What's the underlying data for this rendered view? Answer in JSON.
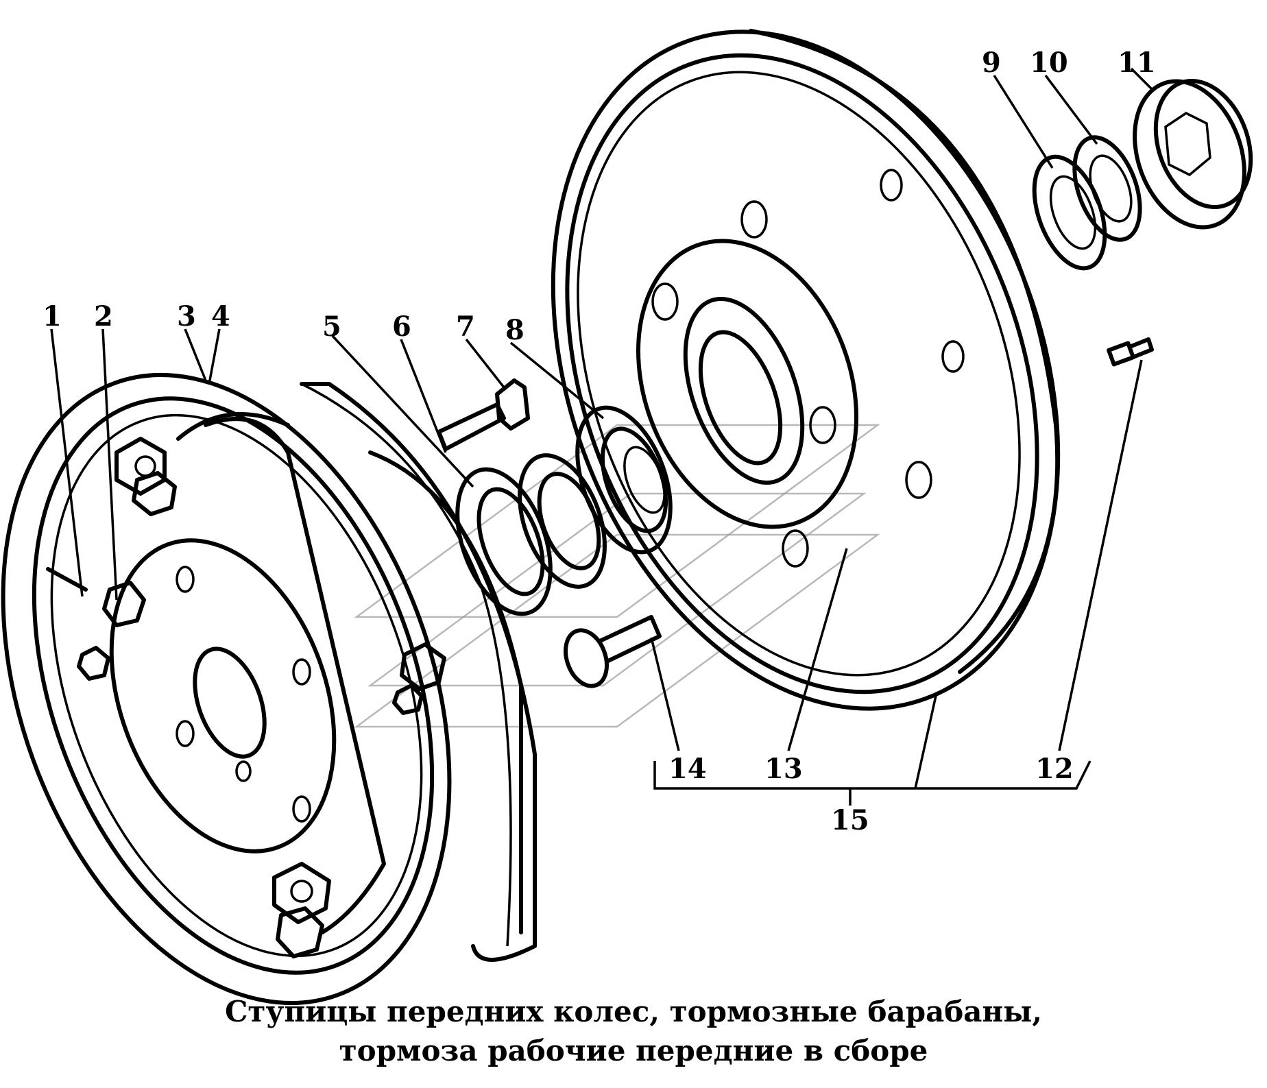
{
  "figure": {
    "caption_line1": "Ступицы передних колес, тормозные барабаны,",
    "caption_line2": "тормоза рабочие передние в сборе"
  },
  "callouts": [
    {
      "id": "1",
      "label": "1"
    },
    {
      "id": "2",
      "label": "2"
    },
    {
      "id": "3",
      "label": "3"
    },
    {
      "id": "4",
      "label": "4"
    },
    {
      "id": "5",
      "label": "5"
    },
    {
      "id": "6",
      "label": "6"
    },
    {
      "id": "7",
      "label": "7"
    },
    {
      "id": "8",
      "label": "8"
    },
    {
      "id": "9",
      "label": "9"
    },
    {
      "id": "10",
      "label": "10"
    },
    {
      "id": "11",
      "label": "11"
    },
    {
      "id": "12",
      "label": "12"
    },
    {
      "id": "13",
      "label": "13"
    },
    {
      "id": "14",
      "label": "14"
    },
    {
      "id": "15",
      "label": "15"
    }
  ]
}
